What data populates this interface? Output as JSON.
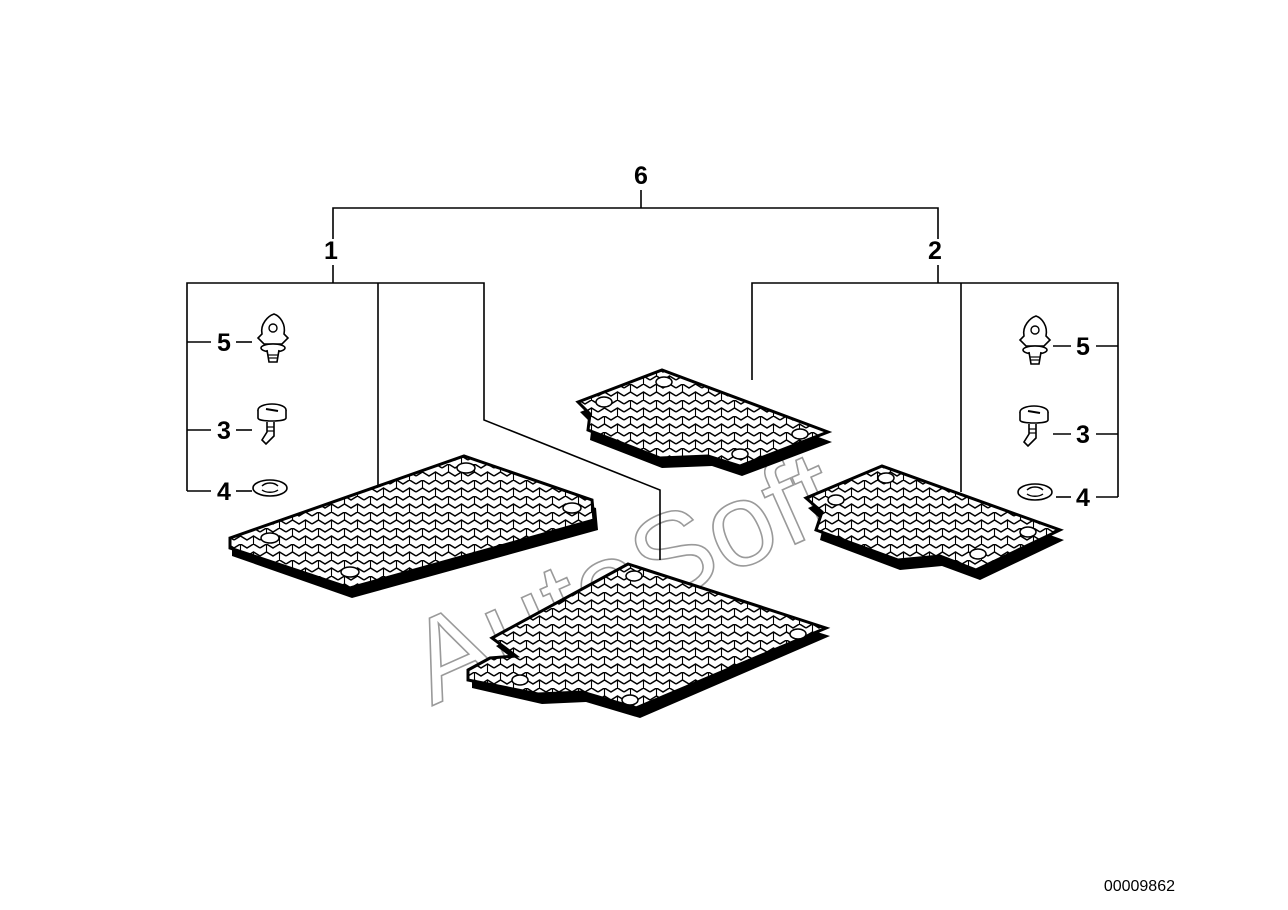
{
  "diagram": {
    "callouts": {
      "kit": "6",
      "left_group": "1",
      "right_group": "2",
      "left_clip_a": "5",
      "left_screw": "3",
      "left_washer": "4",
      "right_clip_a": "5",
      "right_screw": "3",
      "right_washer": "4"
    },
    "reference_number": "00009862",
    "watermark": "AutoSoft"
  }
}
